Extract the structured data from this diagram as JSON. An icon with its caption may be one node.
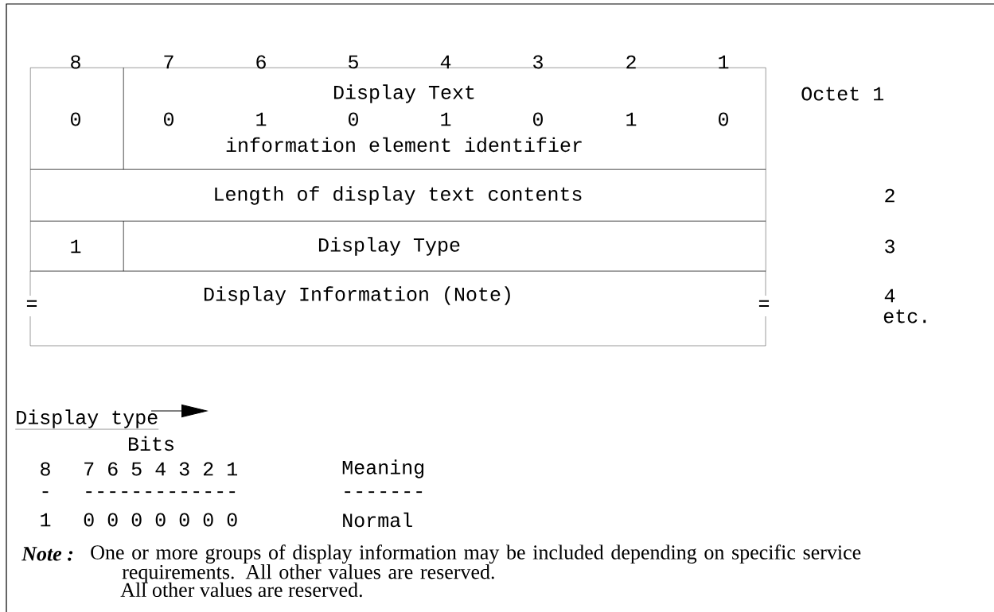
{
  "diagram": {
    "nodes": [
      {
        "text": [
          "0"
        ]
      },
      {
        "text": [
          "Display Text",
          "0",
          "1",
          "0",
          "1",
          "0",
          "1",
          "0",
          "information element identifier"
        ]
      },
      {
        "text": [
          "Length of display text contents"
        ]
      },
      {
        "text": [
          "1"
        ]
      },
      {
        "text": [
          "Display Type"
        ]
      },
      {
        "text": [
          "Display Information (Note)"
        ]
      }
    ],
    "labels": [
      "8",
      "7",
      "6",
      "5",
      "4",
      "3",
      "2",
      "1",
      "Octet 1",
      "2",
      "3",
      "4",
      "etc.",
      "=",
      "=",
      "Display type",
      "Bits",
      "8",
      "7 6 5 4 3 2 1",
      "Meaning",
      "-",
      "-------------",
      "-------",
      "1",
      "0 0 0 0 0 0 0",
      "Normal",
      "Note :",
      "One or more groups of display information may be included depending on specific service requirements. All other values are reserved.",
      "All other values are reserved."
    ]
  }
}
